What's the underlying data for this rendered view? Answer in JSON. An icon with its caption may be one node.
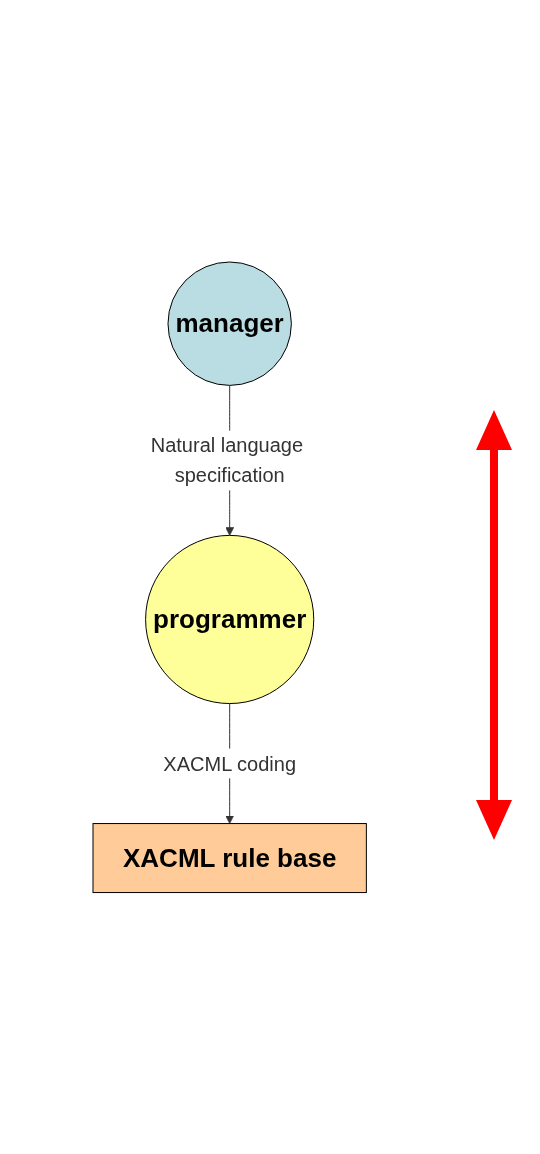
{
  "diagram": {
    "nodes": [
      {
        "text": [
          "manager"
        ]
      },
      {
        "text": [
          "programmer"
        ]
      },
      {
        "text": [
          "XACML rule base"
        ]
      }
    ],
    "edges": [
      {
        "from": 0,
        "to": 1,
        "arrow": "to",
        "label": "Natural language specification"
      },
      {
        "from": 1,
        "to": 2,
        "arrow": "to",
        "label": "XACML coding"
      }
    ]
  }
}
